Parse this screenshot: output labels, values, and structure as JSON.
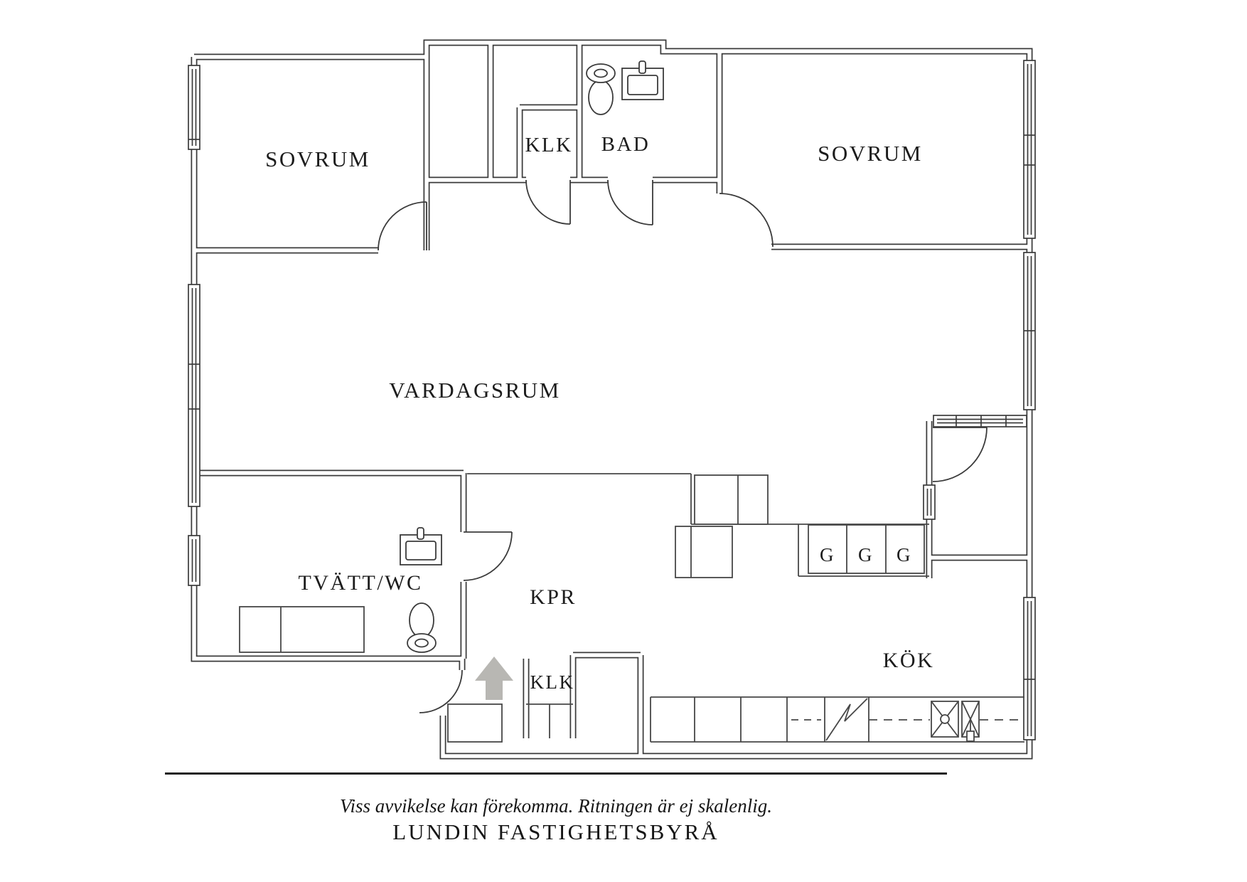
{
  "plan": {
    "rooms": {
      "sovrum_left": "SOVRUM",
      "klk_top": "KLK",
      "bad": "BAD",
      "sovrum_right": "SOVRUM",
      "vardagsrum": "VARDAGSRUM",
      "tvatt_wc": "TVÄTT/WC",
      "kpr": "KPR",
      "klk_bottom": "KLK",
      "kok": "KÖK",
      "garderob_1": "G",
      "garderob_2": "G",
      "garderob_3": "G"
    }
  },
  "footer": {
    "disclaimer": "Viss avvikelse kan förekomma. Ritningen är ej skalenlig.",
    "company": "LUNDIN FASTIGHETSBYRÅ"
  },
  "colors": {
    "wall": "#3b3b3b",
    "thin_line": "#474747",
    "entry_arrow": "#b8b7b3",
    "text": "#1c1c1c",
    "background": "#ffffff"
  }
}
